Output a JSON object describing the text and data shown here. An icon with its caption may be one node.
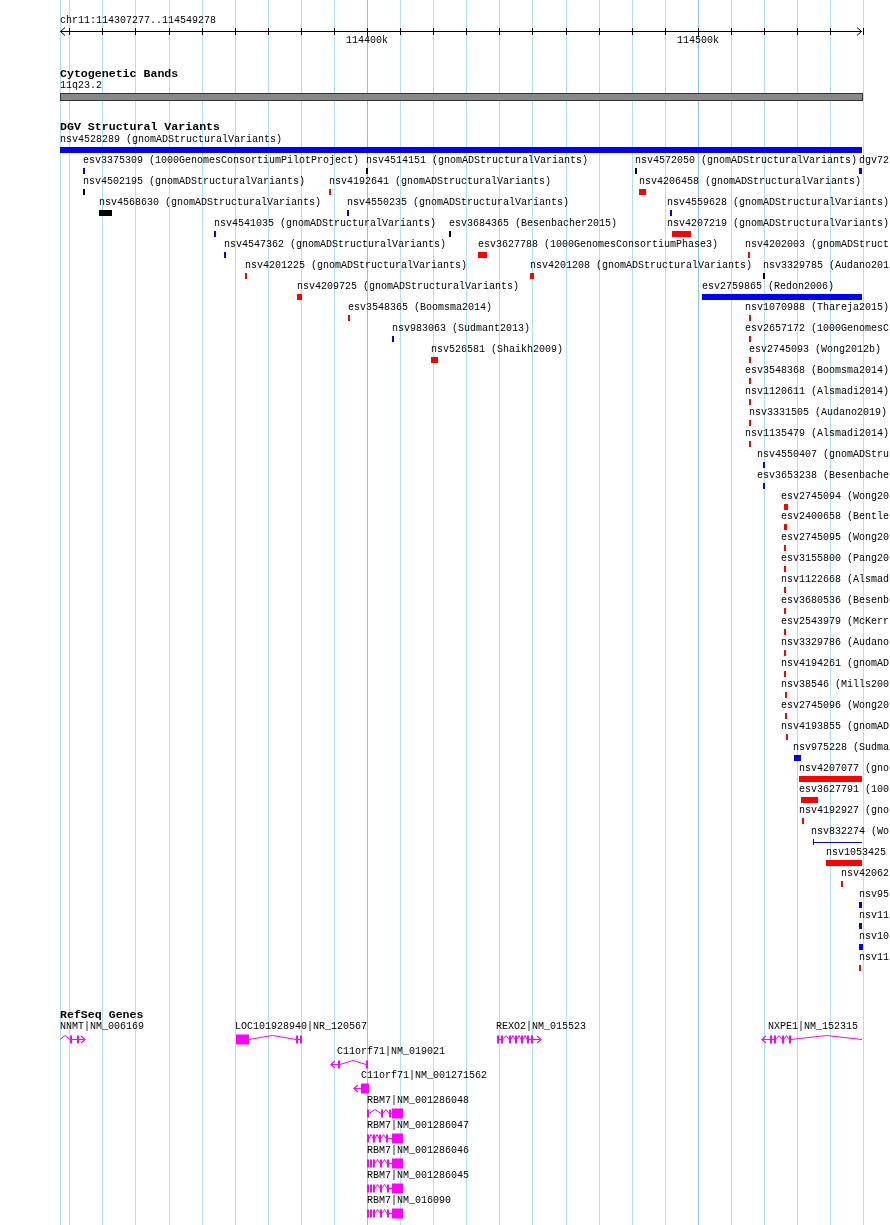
{
  "diagram": {
    "labels": [
      "chr11:114307277..114549278",
      "114400k",
      "114500k",
      "Cytogenetic Bands",
      "11q23.2",
      "DGV Structural Variants",
      "nsv4528289 (gnomADStructuralVariants)",
      "esv3375309 (1000GenomesConsortiumPilotProject)",
      "nsv4514151 (gnomADStructuralVariants)",
      "nsv4572050 (gnomADStructuralVariants)",
      "dgv72",
      "nsv4502195 (gnomADStructuralVariants)",
      "nsv4192641 (gnomADStructuralVariants)",
      "nsv4206458 (gnomADStructuralVariants)",
      "nsv4568630 (gnomADStructuralVariants)",
      "nsv4550235 (gnomADStructuralVariants)",
      "nsv4559628 (gnomADStructuralVariants)",
      "nsv4541035 (gnomADStructuralVariants)",
      "esv3684365 (Besenbacher2015)",
      "nsv4207219 (gnomADStructuralVariants)",
      "nsv4547362 (gnomADStructuralVariants)",
      "esv3627788 (1000GenomesConsortiumPhase3)",
      "nsv4202003 (gnomADStruct",
      "nsv4201225 (gnomADStructuralVariants)",
      "nsv4201208 (gnomADStructuralVariants)",
      "nsv3329785 (Audano201",
      "nsv4209725 (gnomADStructuralVariants)",
      "esv2759865 (Redon2006)",
      "esv3548365 (Boomsma2014)",
      "nsv1070988 (Thareja2015)",
      "nsv983063 (Sudmant2013)",
      "esv2657172 (1000GenomesC",
      "nsv526581 (Shaikh2009)",
      "esv2745093 (Wong2012b)",
      "esv3548368 (Boomsma2014)",
      "nsv1120611 (Alsmadi2014)",
      "nsv3331505 (Audano2019)",
      "nsv1135479 (Alsmadi2014)",
      "nsv4550407 (gnomADStru",
      "esv3653238 (Besenbache",
      "esv2745094 (Wong20",
      "esv2400658 (Bentle",
      "esv2745095 (Wong20",
      "esv3155800 (Pang20",
      "nsv1122668 (Alsmad",
      "esv3680536 (Besenb",
      "esv2543979 (McKerr",
      "nsv3329786 (Audano",
      "nsv4194261 (gnomAD",
      "nsv38546 (Mills200",
      "esv2745096 (Wong20",
      "nsv4193855 (gnomAD",
      "nsv975228 (Sudma",
      "nsv4207077 (gno",
      "esv3627791 (100",
      "nsv4192927 (gno",
      "nsv832274 (Wo",
      "nsv1053425",
      "nsv42062",
      "nsv95",
      "nsv11",
      "nsv10",
      "nsv11",
      "RefSeq Genes",
      "NNMT|NM_006169",
      "LOC101928940|NR_120567",
      "REXO2|NM_015523",
      "NXPE1|NM_152315",
      "C11orf71|NM_019021",
      "C11orf71|NM_001271562",
      "RBM7|NM_001286048",
      "RBM7|NM_001286047",
      "RBM7|NM_001286046",
      "RBM7|NM_001286045",
      "RBM7|NM_016090"
    ]
  }
}
